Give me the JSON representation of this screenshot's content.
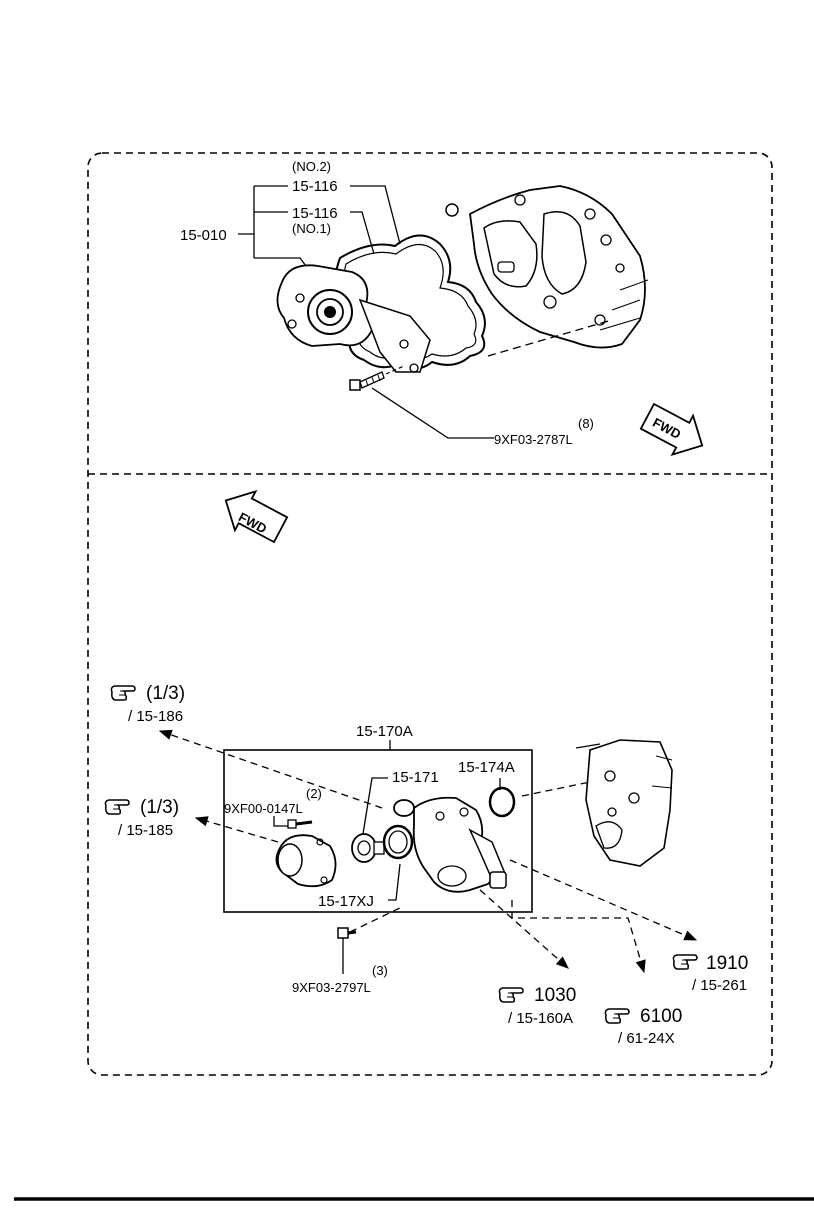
{
  "upper_panel": {
    "water_pump_assembly": "15-010",
    "gasket_no2": {
      "part": "15-116",
      "note": "(NO.2)"
    },
    "gasket_no1": {
      "part": "15-116",
      "note": "(NO.1)"
    },
    "bolt": {
      "part": "9XF03-2787L",
      "qty": "(8)"
    },
    "fwd_label": "FWD"
  },
  "lower_panel": {
    "fwd_label": "FWD",
    "housing_assembly": "15-170A",
    "thermostat": "15-171",
    "seal_ring": "15-174A",
    "gasket": "15-17XJ",
    "bolt_small": {
      "part": "9XF00-0147L",
      "qty": "(2)"
    },
    "bolt_lower": {
      "part": "9XF03-2797L",
      "qty": "(3)"
    },
    "refs": [
      {
        "page": "(1/3)",
        "code": "/ 15-186"
      },
      {
        "page": "(1/3)",
        "code": "/ 15-185"
      },
      {
        "page": "1910",
        "code": "/ 15-261"
      },
      {
        "page": "1030",
        "code": "/ 15-160A"
      },
      {
        "page": "6100",
        "code": "/ 61-24X"
      }
    ]
  },
  "icons": {
    "reference": "pointing-hand-icon",
    "forward": "fwd-arrow-icon"
  }
}
